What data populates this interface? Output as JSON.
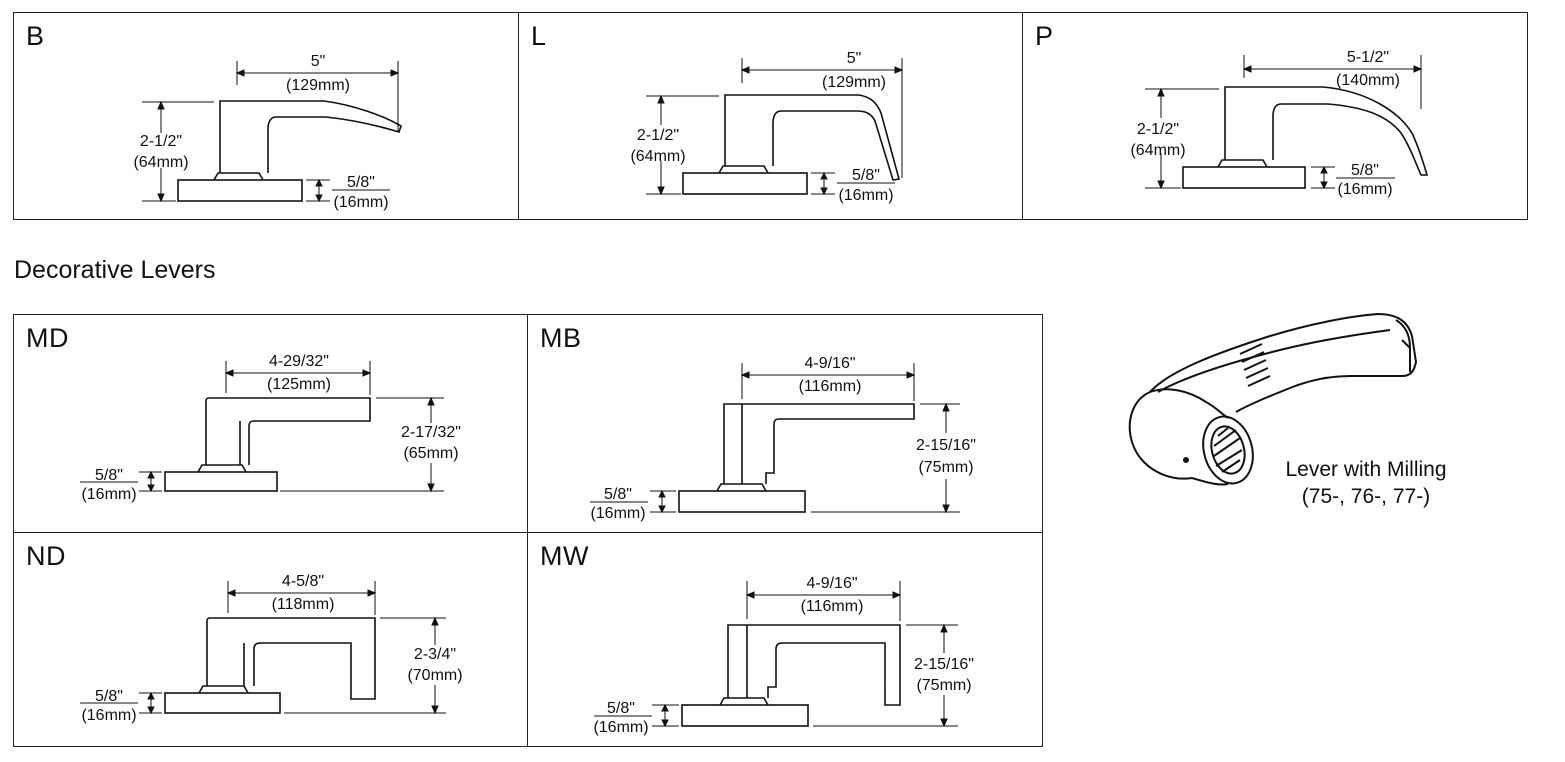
{
  "top_row": [
    {
      "id": "B",
      "label": "B",
      "width": "5\"",
      "width_mm": "(129mm)",
      "height": "2-1/2\"",
      "height_mm": "(64mm)",
      "rose": "5/8\"",
      "rose_mm": "(16mm)"
    },
    {
      "id": "L",
      "label": "L",
      "width": "5\"",
      "width_mm": "(129mm)",
      "height": "2-1/2\"",
      "height_mm": "(64mm)",
      "rose": "5/8\"",
      "rose_mm": "(16mm)"
    },
    {
      "id": "P",
      "label": "P",
      "width": "5-1/2\"",
      "width_mm": "(140mm)",
      "height": "2-1/2\"",
      "height_mm": "(64mm)",
      "rose": "5/8\"",
      "rose_mm": "(16mm)"
    }
  ],
  "section_title": "Decorative Levers",
  "decorative": [
    {
      "id": "MD",
      "label": "MD",
      "width": "4-29/32\"",
      "width_mm": "(125mm)",
      "height": "2-17/32\"",
      "height_mm": "(65mm)",
      "rose": "5/8\"",
      "rose_mm": "(16mm)"
    },
    {
      "id": "MB",
      "label": "MB",
      "width": "4-9/16\"",
      "width_mm": "(116mm)",
      "height": "2-15/16\"",
      "height_mm": "(75mm)",
      "rose": "5/8\"",
      "rose_mm": "(16mm)"
    },
    {
      "id": "ND",
      "label": "ND",
      "width": "4-5/8\"",
      "width_mm": "(118mm)",
      "height": "2-3/4\"",
      "height_mm": "(70mm)",
      "rose": "5/8\"",
      "rose_mm": "(16mm)"
    },
    {
      "id": "MW",
      "label": "MW",
      "width": "4-9/16\"",
      "width_mm": "(116mm)",
      "height": "2-15/16\"",
      "height_mm": "(75mm)",
      "rose": "5/8\"",
      "rose_mm": "(16mm)"
    }
  ],
  "milling": {
    "line1": "Lever with Milling",
    "line2": "(75-, 76-, 77-)"
  }
}
